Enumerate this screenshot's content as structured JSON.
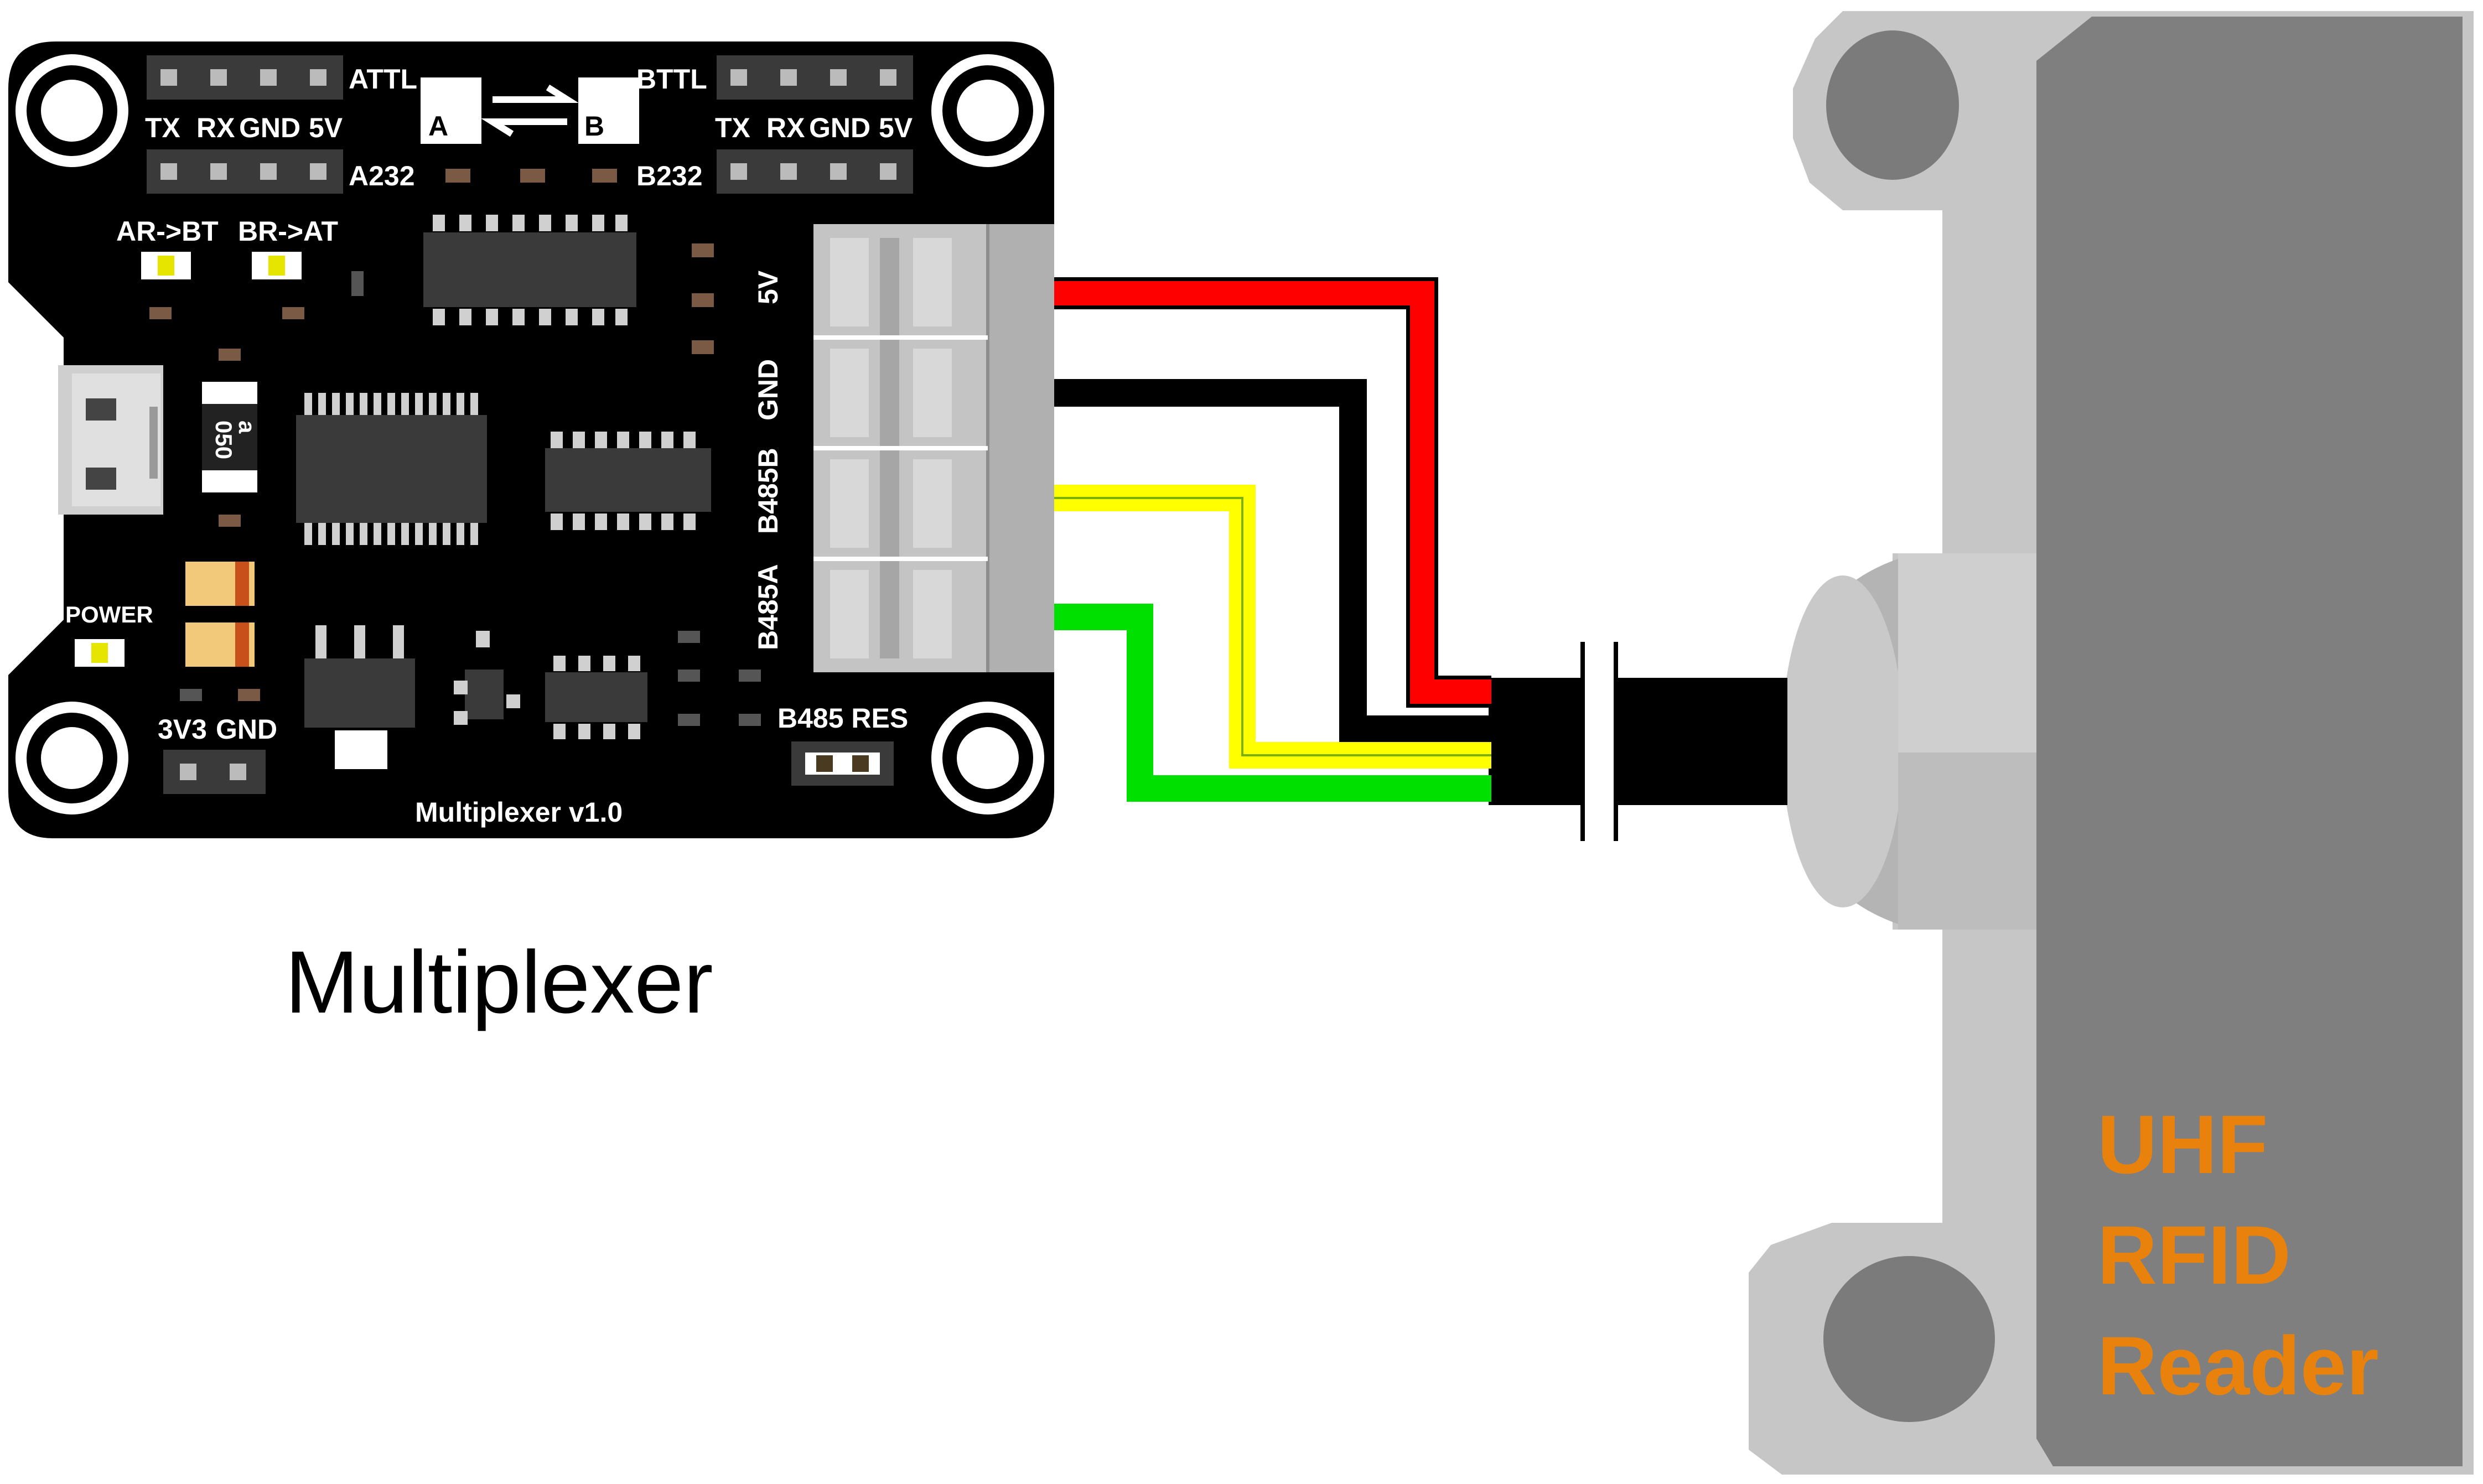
{
  "board": {
    "left_header_top": "ATTL",
    "left_header_bottom": "A232",
    "left_pins": [
      "TX",
      "RX",
      "GND",
      "5V"
    ],
    "right_header_top": "BTTL",
    "right_header_bottom": "B232",
    "right_pins": [
      "TX",
      "RX",
      "GND",
      "5V"
    ],
    "logo_a": "A",
    "logo_b": "B",
    "led_ar_bt": "AR->BT",
    "led_br_at": "BR->AT",
    "power_led": "POWER",
    "power_pins": [
      "3V3",
      "GND"
    ],
    "jumper_label": "B485 RES",
    "terminal_labels": [
      "5V",
      "GND",
      "B485B",
      "B485A"
    ],
    "resistor_code": "a\n050",
    "name": "Multiplexer v1.0"
  },
  "caption": "Multiplexer",
  "reader": {
    "lines": [
      "UHF",
      "RFID",
      "Reader"
    ],
    "text_color": "#E8820C"
  },
  "wire_colors": {
    "5V": "#FF0000",
    "GND": "#000000",
    "B485B": "#FFFF00",
    "B485A": "#00E000"
  }
}
